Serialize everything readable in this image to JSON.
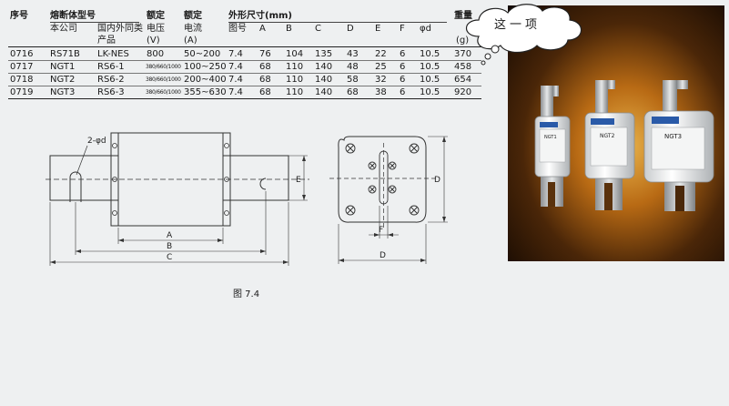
{
  "table": {
    "header1": {
      "seq": "序号",
      "model": "熔断体型号",
      "voltage": "额定",
      "current": "额定",
      "dims": "外形尺寸(mm)",
      "weight": "重量"
    },
    "header2": {
      "company": "本公司",
      "domestic_line1": "国内外同类",
      "domestic_line2": "产品",
      "voltage_line1": "电压",
      "voltage_line2": "(V)",
      "current_line1": "电流",
      "current_line2": "(A)",
      "fig": "图号",
      "A": "A",
      "B": "B",
      "C": "C",
      "D": "D",
      "E": "E",
      "F": "F",
      "phid": "φd",
      "weight_unit": "(g)"
    },
    "rows": [
      {
        "seq": "0716",
        "company": "RS71B",
        "domestic": "LK-NES",
        "voltage": "800",
        "current": "50~200",
        "fig": "7.4",
        "A": "76",
        "B": "104",
        "C": "135",
        "D": "43",
        "E": "22",
        "F": "6",
        "phid": "10.5",
        "weight": "370"
      },
      {
        "seq": "0717",
        "company": "NGT1",
        "domestic": "RS6-1",
        "voltage": "380/660/1000",
        "current": "100~250",
        "fig": "7.4",
        "A": "68",
        "B": "110",
        "C": "140",
        "D": "48",
        "E": "25",
        "F": "6",
        "phid": "10.5",
        "weight": "458"
      },
      {
        "seq": "0718",
        "company": "NGT2",
        "domestic": "RS6-2",
        "voltage": "380/660/1000",
        "current": "200~400",
        "fig": "7.4",
        "A": "68",
        "B": "110",
        "C": "140",
        "D": "58",
        "E": "32",
        "F": "6",
        "phid": "10.5",
        "weight": "654"
      },
      {
        "seq": "0719",
        "company": "NGT3",
        "domestic": "RS6-3",
        "voltage": "380/660/1000",
        "current": "355~630",
        "fig": "7.4",
        "A": "68",
        "B": "110",
        "C": "140",
        "D": "68",
        "E": "38",
        "F": "6",
        "phid": "10.5",
        "weight": "920"
      }
    ]
  },
  "bubble_text": "这一项",
  "drawing": {
    "hole_label": "2-φd",
    "dim_A": "A",
    "dim_B": "B",
    "dim_C": "C",
    "dim_E": "E",
    "dim_D_right": "D",
    "dim_F": "F",
    "dim_D_bottom": "D"
  },
  "photo": {
    "fuse1": "NGT1",
    "fuse2": "NGT2",
    "fuse3": "NGT3"
  },
  "caption": "图 7.4"
}
